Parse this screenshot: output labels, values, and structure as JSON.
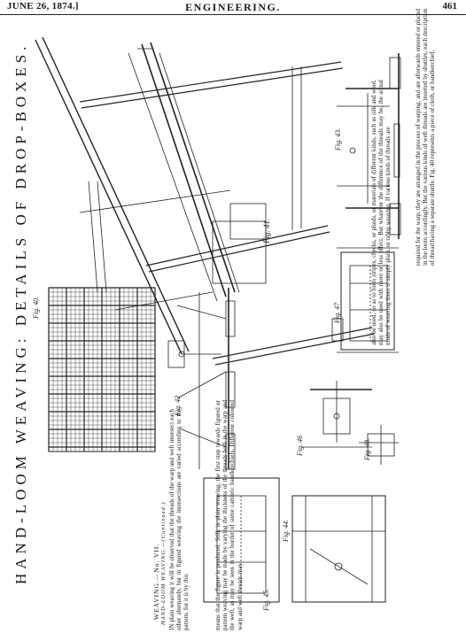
{
  "header": {
    "date": "JUNE 26, 1874.]",
    "journal": "ENGINEERING.",
    "page": "461"
  },
  "title": "HAND-LOOM WEAVING: DETAILS OF DROP-BOXES.",
  "figures": {
    "f40": "Fig. 40.",
    "f41": "Fig. 41.",
    "f42": "Fig. 42",
    "f43": "Fig. 43.",
    "f44": "Fig. 44.",
    "f45": "Fig. 45.",
    "f46": "Fig. 46",
    "f47": "Fig. 47",
    "f48": "Fig. 48."
  },
  "article": {
    "heading": "WEAVING.—No. VII.",
    "subheading": "HAND-LOOM WEAVING.—(Continued.)",
    "col1": "IN plain weaving it will be observed that the threads of the warp and weft intersect each other alternately, but in figured weaving the intersections are varied according to the pattern, for it is by this",
    "col2": "means that the figure is produced. Still, in plain weaving, the first step towards figured or pattern weaving may be made by varying the thickness of the threads both in the warp and the weft, as may be seen in the border of some cambric handkerchiefs. Different coloured warp and weft threads may",
    "col3": "also be used, so as to form stripes, checks, or plaids, or materials of different kinds, such as silk and wool, may also be used with more or less effect. But whatever the difference of the threads may be, the actual mode of weaving them is simply plain, or tabby weaving. If various kinds of threads are",
    "col4": "required for the warp, they are arranged in the process of warping, and are afterwards entered or placed in the loom accordingly. But the various kinds of weft threads are inserted by shuttles, each description of thread having a separate shuttle. Fig. 40 represents a piece of cloth, or handkerchief,"
  }
}
